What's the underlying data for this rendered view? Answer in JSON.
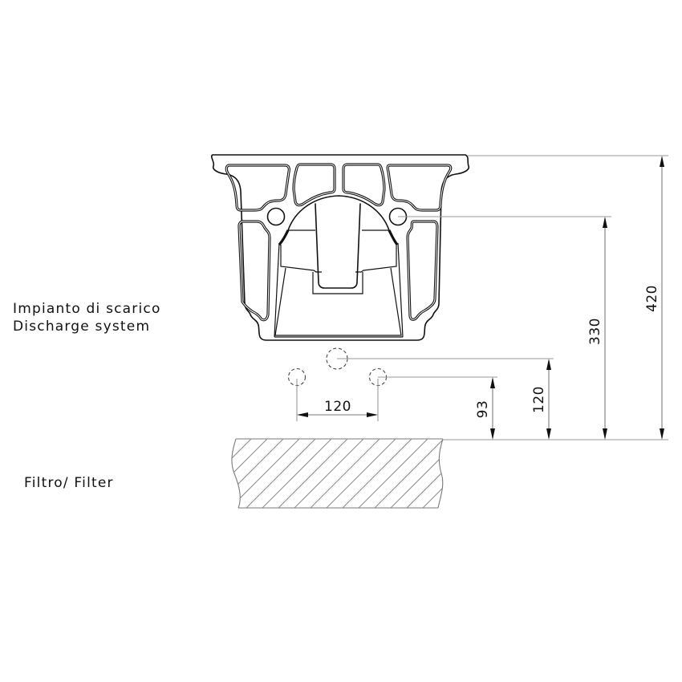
{
  "labels": {
    "discharge_it": "Impianto di scarico",
    "discharge_en": "Discharge system",
    "filter": "Filtro/ Filter"
  },
  "dimensions": {
    "horizontal_spacing": "120",
    "side_outlet_height": "93",
    "center_outlet_height": "120",
    "fixing_height": "330",
    "total_height": "420"
  },
  "colors": {
    "outline": "#111111",
    "dimension_line": "#9a9a9a",
    "hatch": "#8a8a8a",
    "background": "#ffffff"
  }
}
